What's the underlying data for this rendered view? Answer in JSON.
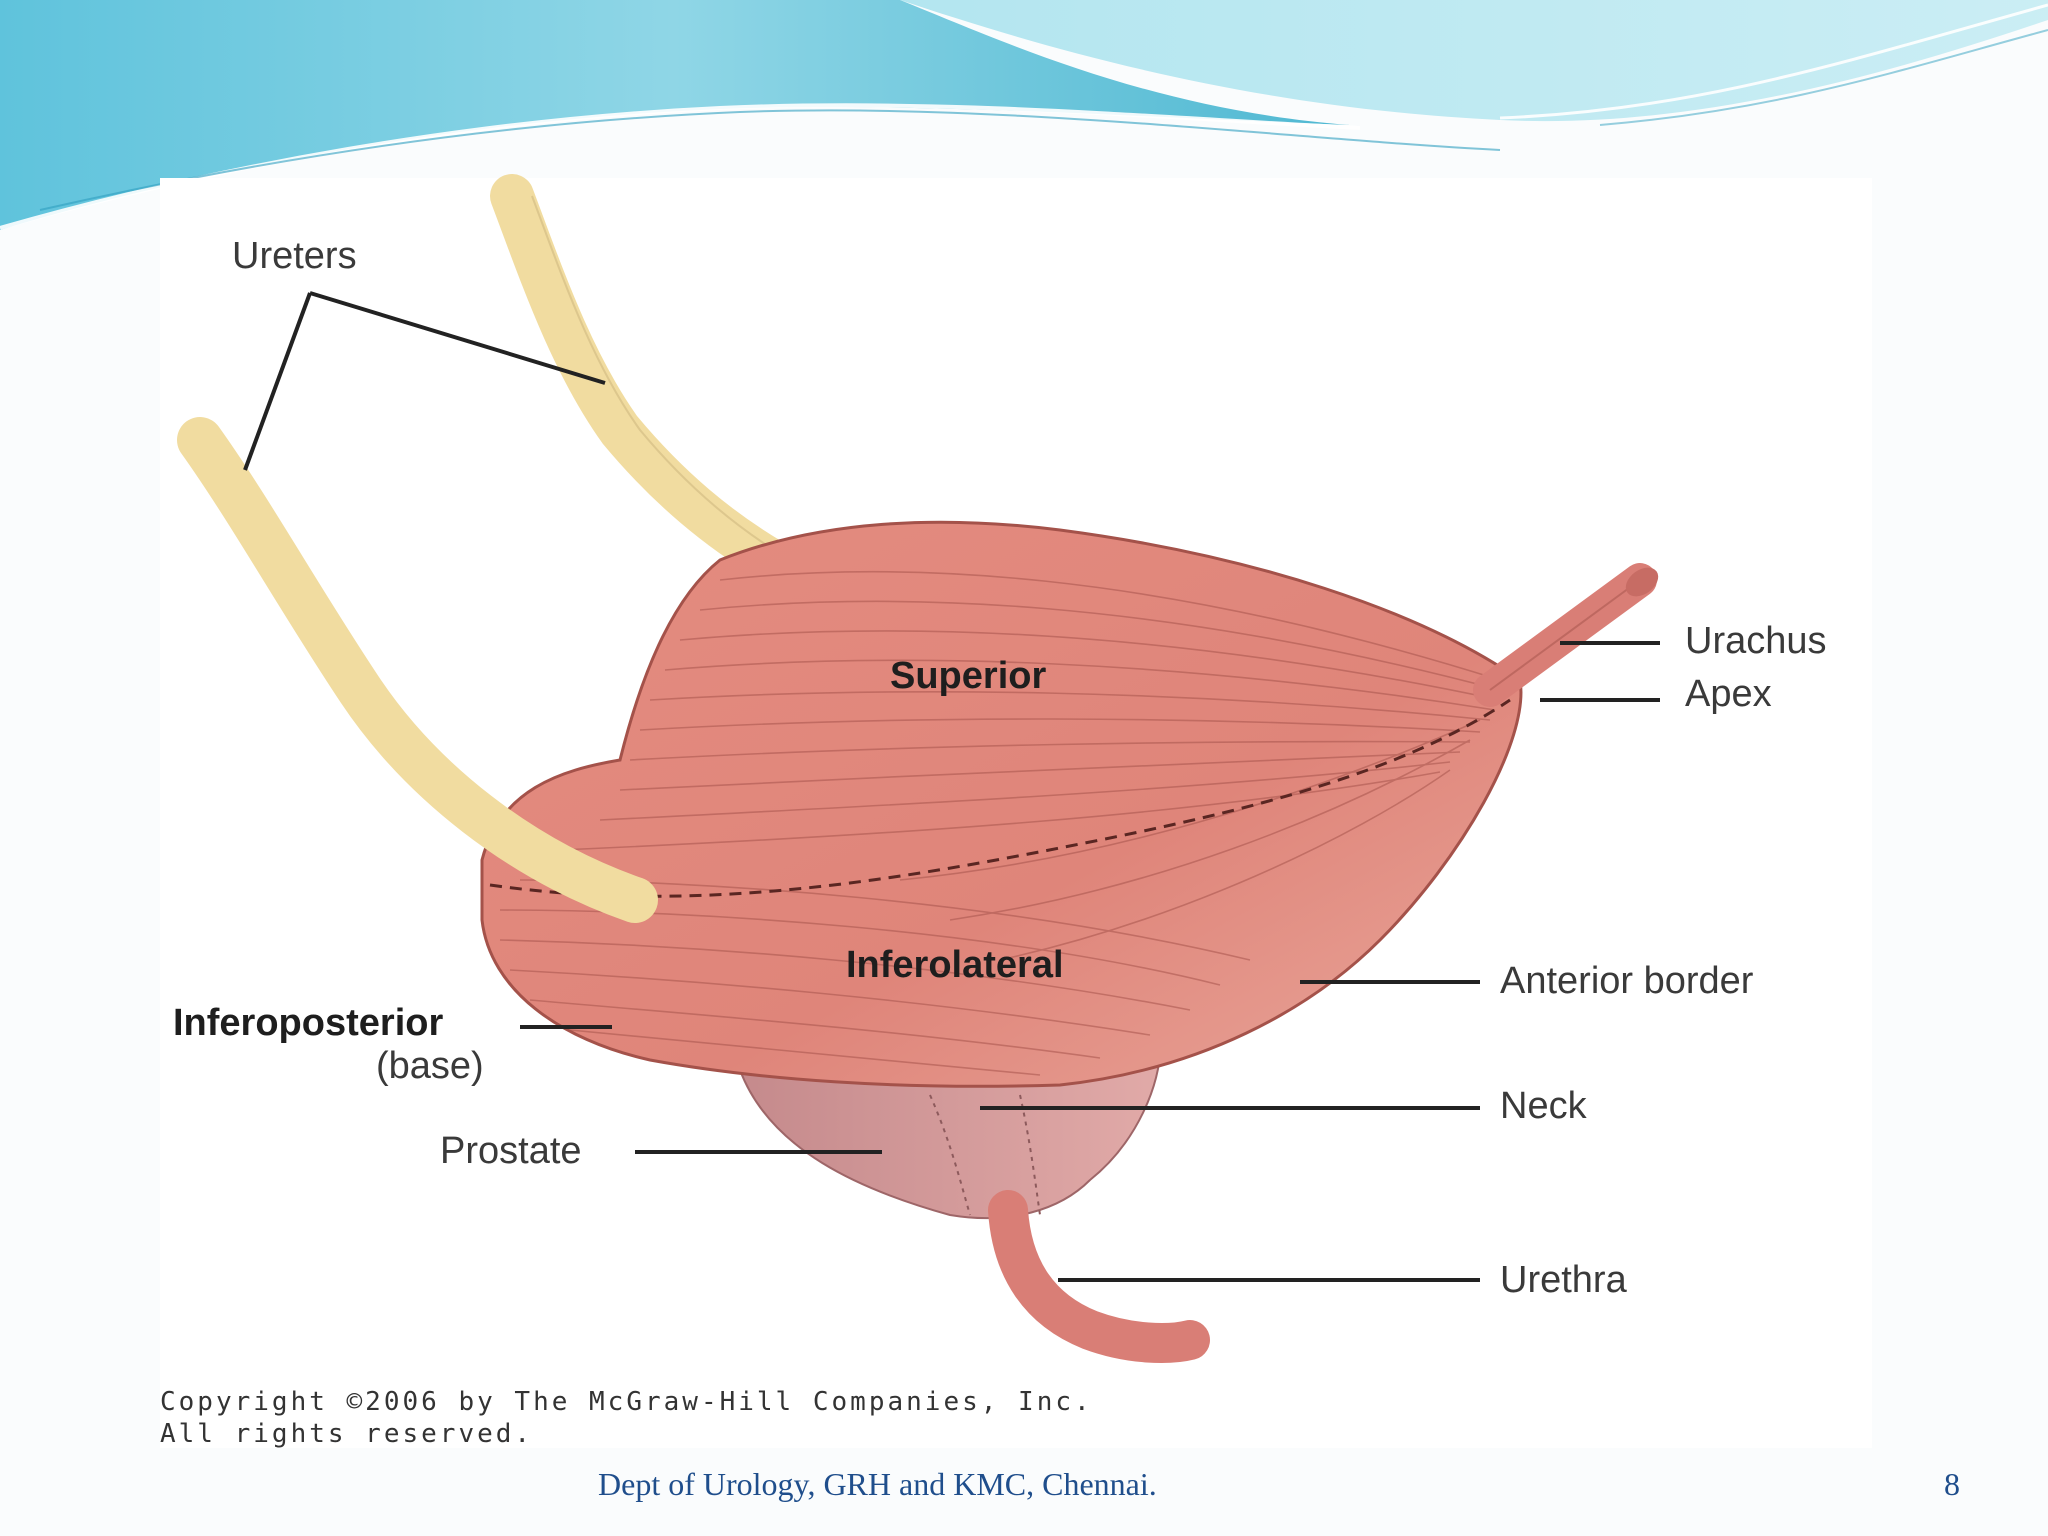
{
  "diagram": {
    "labels": {
      "ureters": "Ureters",
      "superior": "Superior",
      "urachus": "Urachus",
      "apex": "Apex",
      "inferolateral": "Inferolateral",
      "anterior_border": "Anterior border",
      "inferoposterior": "Inferoposterior",
      "base": "(base)",
      "neck": "Neck",
      "prostate": "Prostate",
      "urethra": "Urethra"
    },
    "copyright_line1": "Copyright ©2006 by The McGraw-Hill Companies, Inc.",
    "copyright_line2": "All rights reserved."
  },
  "footer": {
    "text": "Dept of Urology, GRH and KMC, Chennai.",
    "page_number": "8"
  },
  "colors": {
    "muscle": "#e0877b",
    "muscle_dark": "#b85a50",
    "ureter": "#f1dca0",
    "prostate": "#d89a98",
    "accent_blue": "#1f4e8c"
  }
}
